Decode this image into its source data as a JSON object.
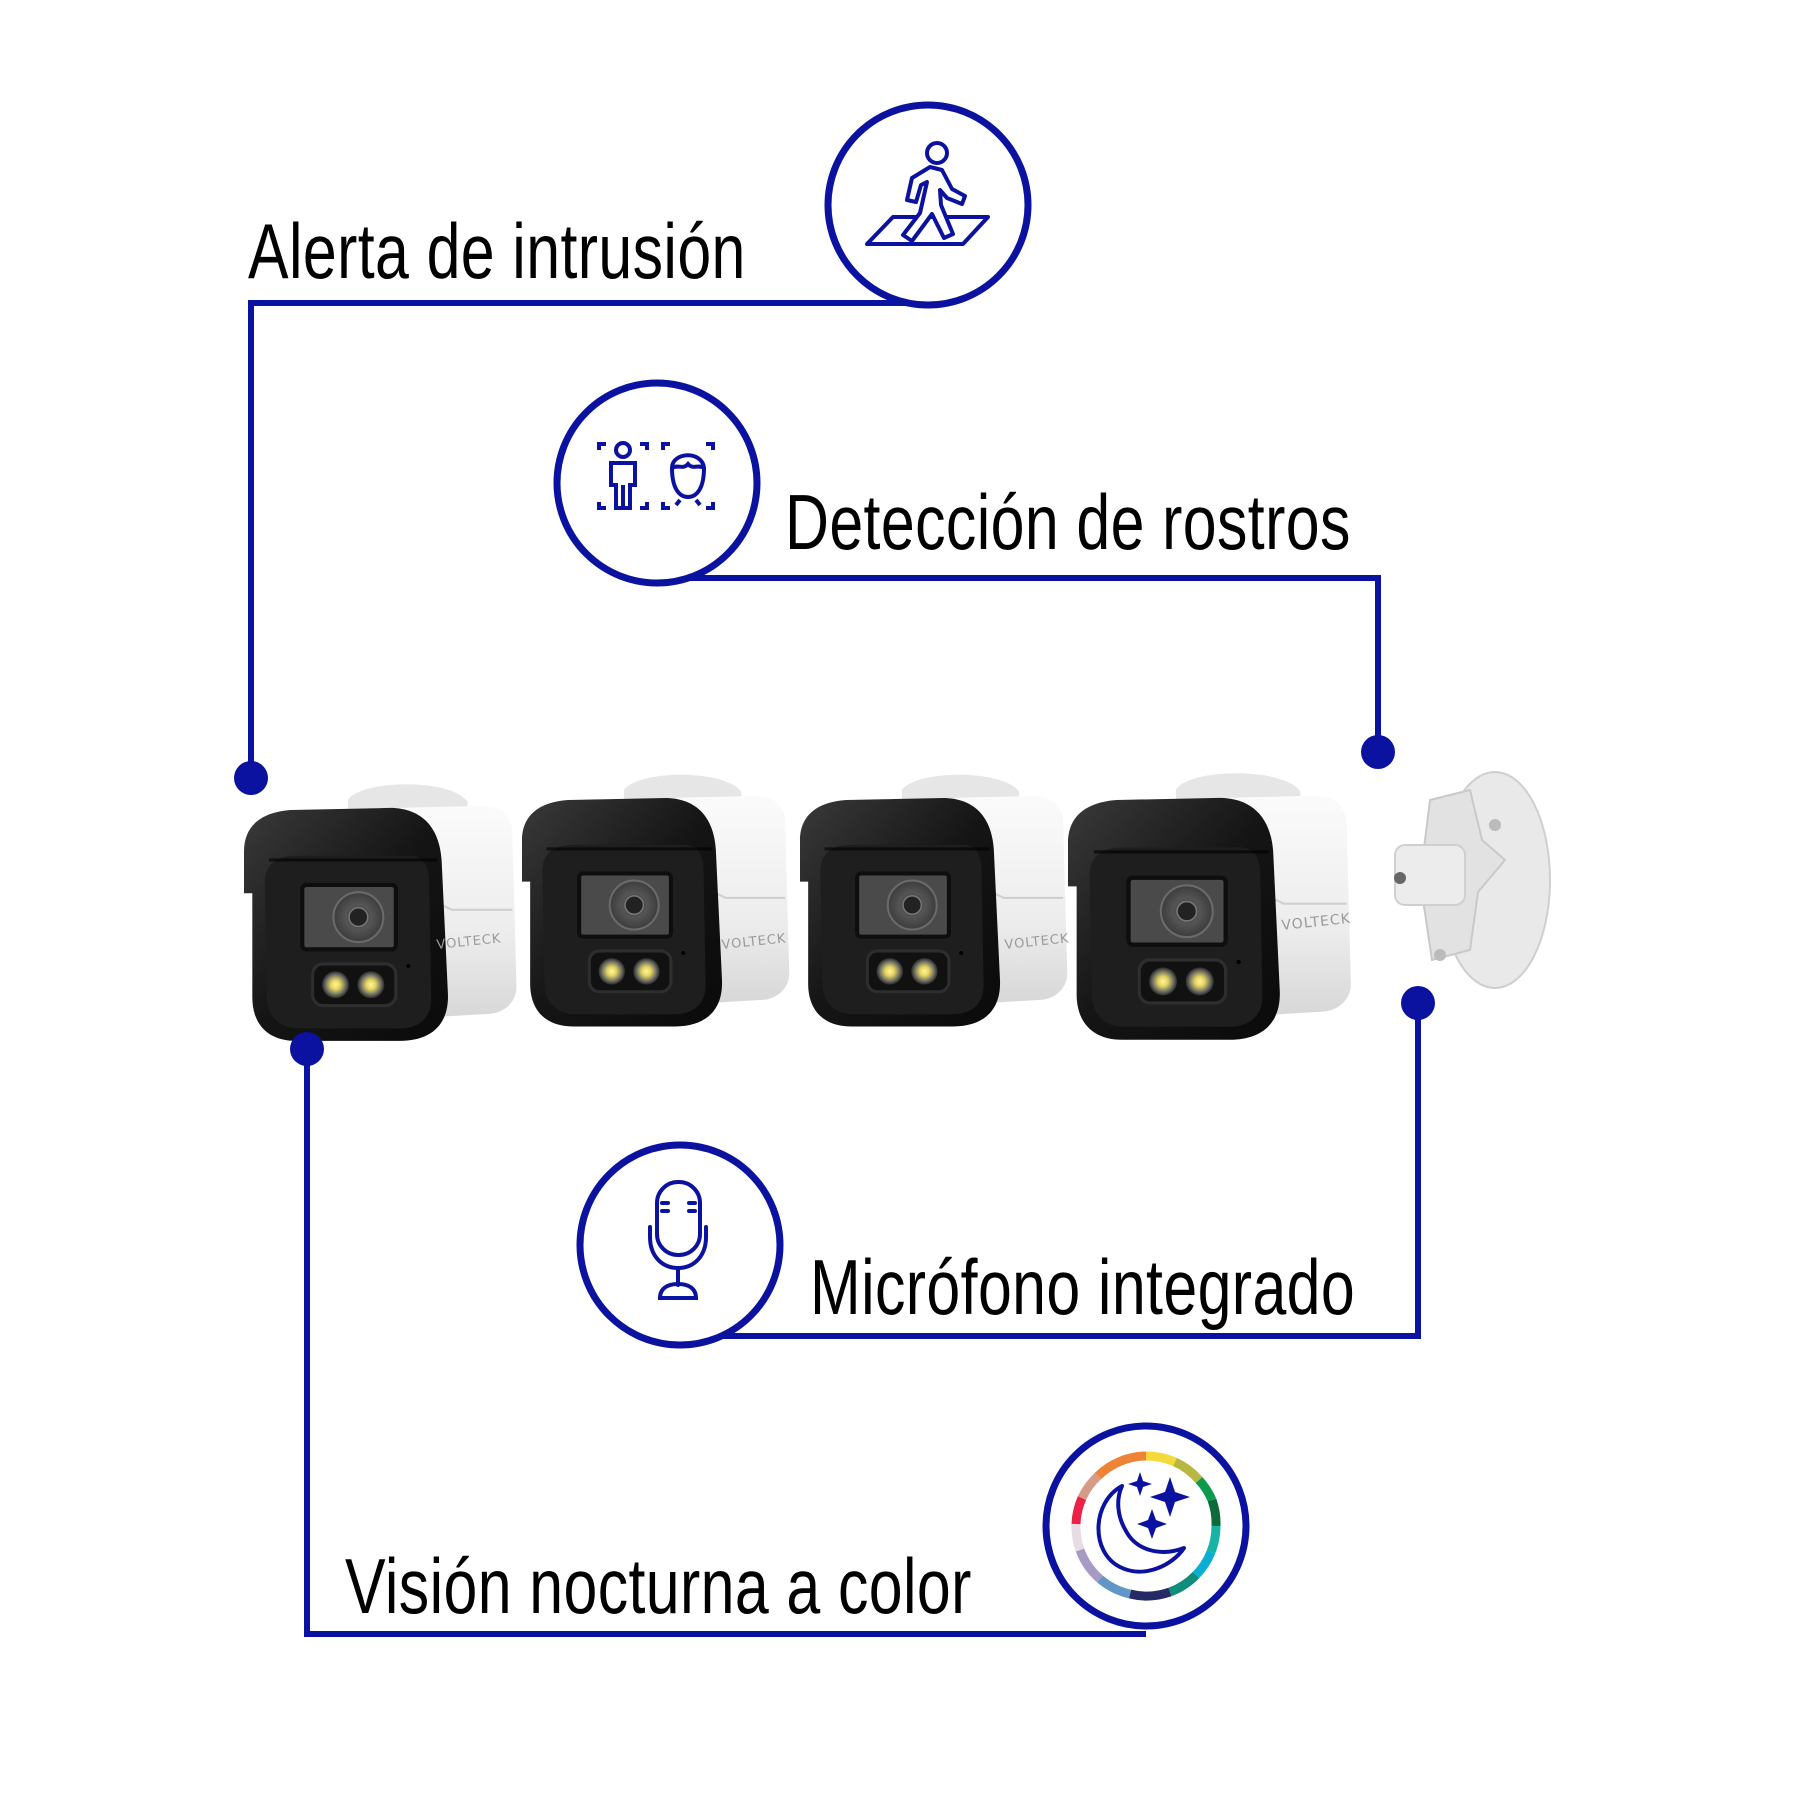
{
  "brand": "VOLTECK",
  "colors": {
    "accent": "#0c12a0",
    "text": "#000000",
    "background": "#ffffff",
    "camera_body": "#efefef",
    "camera_hood": "#1b1b1b"
  },
  "features": [
    {
      "id": "intrusion",
      "label": "Alerta de intrusión",
      "icon": "pedestrian-crossing-icon"
    },
    {
      "id": "face",
      "label": "Detección de rostros",
      "icon": "face-detection-icon"
    },
    {
      "id": "mic",
      "label": "Micrófono integrado",
      "icon": "microphone-icon"
    },
    {
      "id": "night",
      "label": "Visión nocturna a color",
      "icon": "color-night-vision-icon"
    }
  ],
  "product": {
    "camera_count": 4,
    "camera_brand_text": "VOLTECK"
  },
  "color_ring": [
    "#f3cf3a",
    "#b8b740",
    "#0e9a4c",
    "#0b6b39",
    "#17b3a7",
    "#0aaed3",
    "#0f8c7b",
    "#232a66",
    "#6296c8",
    "#a79bc6",
    "#e8dbe3",
    "#ec2147",
    "#d59b86",
    "#ee8236"
  ]
}
